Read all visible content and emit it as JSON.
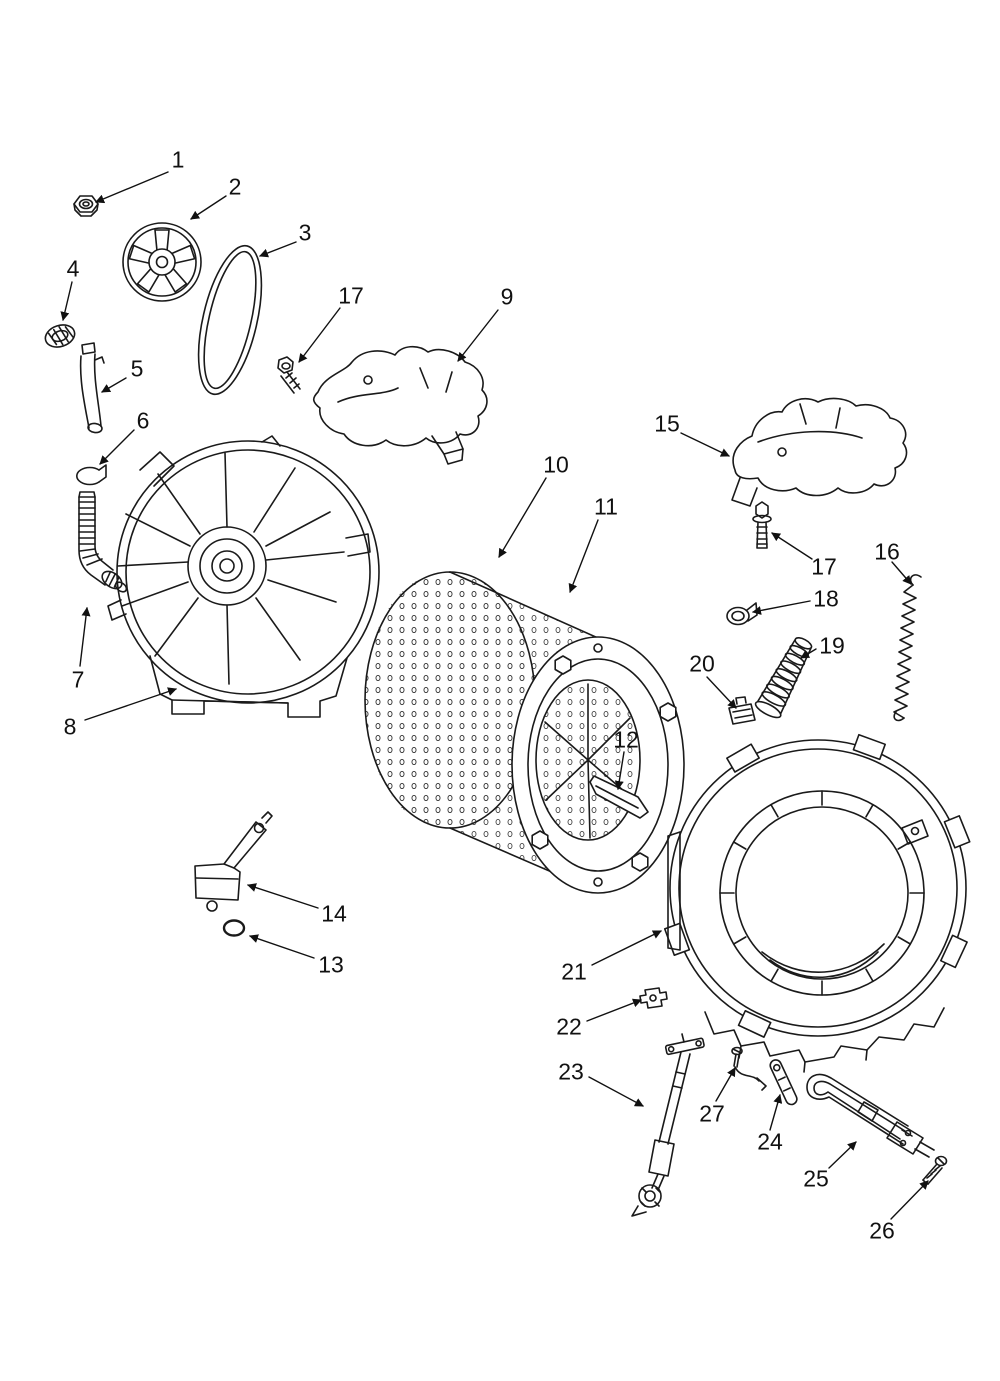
{
  "style": {
    "background": "#ffffff",
    "ink": "#1a1a1a"
  },
  "callouts": [
    {
      "number": "1"
    },
    {
      "number": "2"
    },
    {
      "number": "3"
    },
    {
      "number": "4"
    },
    {
      "number": "5"
    },
    {
      "number": "6"
    },
    {
      "number": "7"
    },
    {
      "number": "8"
    },
    {
      "number": "9"
    },
    {
      "number": "10"
    },
    {
      "number": "11"
    },
    {
      "number": "12"
    },
    {
      "number": "13"
    },
    {
      "number": "14"
    },
    {
      "number": "15"
    },
    {
      "number": "16"
    },
    {
      "number": "17"
    },
    {
      "number": "17"
    },
    {
      "number": "18"
    },
    {
      "number": "19"
    },
    {
      "number": "20"
    },
    {
      "number": "21"
    },
    {
      "number": "22"
    },
    {
      "number": "23"
    },
    {
      "number": "24"
    },
    {
      "number": "25"
    },
    {
      "number": "26"
    },
    {
      "number": "27"
    }
  ]
}
